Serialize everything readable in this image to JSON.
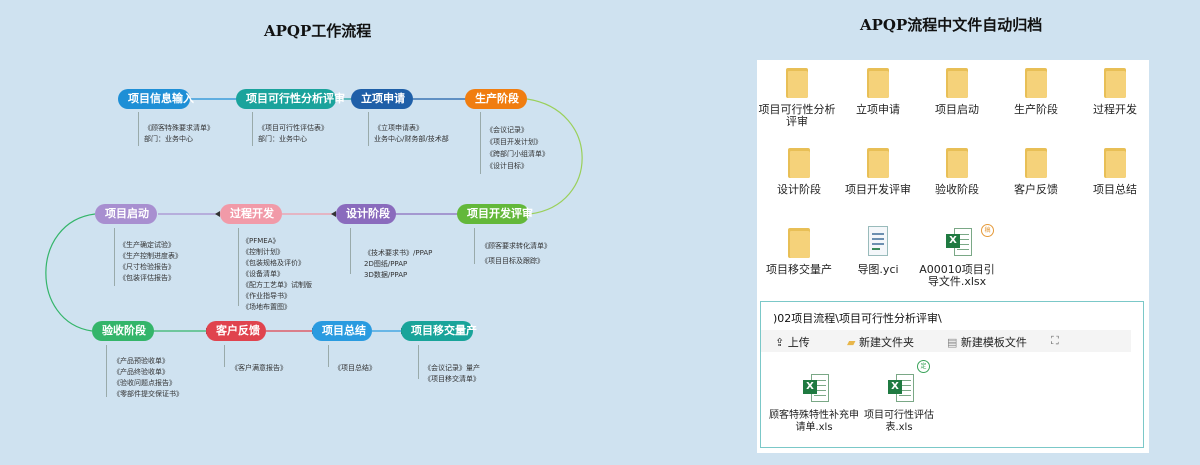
{
  "left_title": "APQP工作流程",
  "right_title": "APQP流程中文件自动归档",
  "flow": {
    "row1": [
      {
        "label": "项目信息输入",
        "color": "#1e8fd6"
      },
      {
        "label": "项目可行性分析评审",
        "color": "#1aa39c"
      },
      {
        "label": "立项申请",
        "color": "#1f5fa8"
      },
      {
        "label": "生产阶段",
        "color": "#f07d10"
      }
    ],
    "row2": [
      {
        "label": "项目启动",
        "color": "#a88fd0"
      },
      {
        "label": "过程开发",
        "color": "#f19aa8"
      },
      {
        "label": "设计阶段",
        "color": "#8a6bbd"
      },
      {
        "label": "项目开发评审",
        "color": "#63b83a"
      }
    ],
    "row3": [
      {
        "label": "验收阶段",
        "color": "#34b56a"
      },
      {
        "label": "客户反馈",
        "color": "#e0434e"
      },
      {
        "label": "项目总结",
        "color": "#2a9be0"
      },
      {
        "label": "项目移交量产",
        "color": "#19a49a"
      }
    ],
    "subs": {
      "info": [
        "《顾客特殊要求清单》",
        "部门：业务中心"
      ],
      "feasibility": [
        "《项目可行性评估表》",
        "部门：业务中心"
      ],
      "apply": [
        "《立项申请表》",
        "业务中心/财务部/技术部"
      ],
      "production": [
        "《会议记录》",
        "《项目开发计划》",
        "《跨部门小组清单》",
        "《设计目标》"
      ],
      "start": [
        "《生产确定试验》",
        "《生产控制进度表》",
        "《尺寸检验报告》",
        "《包装评估报告》"
      ],
      "process": [
        "《PFMEA》",
        "《控制计划》",
        "《包装规格及评价》",
        "《设备清单》",
        "《配方工艺单》试制版",
        "《作业指导书》",
        "《场地布置图》"
      ],
      "design": [
        "《技术要求书》/PPAP",
        "2D图纸/PPAP",
        "3D数据/PPAP"
      ],
      "devreview": [
        "《顾客要求转化清单》",
        "《项目目标及跟踪》"
      ],
      "acceptance": [
        "《产品预验收单》",
        "《产品终验收单》",
        "《验收问题点报告》",
        "《零部件提交保证书》"
      ],
      "feedback": [
        "《客户满意报告》"
      ],
      "summary": [
        "《项目总结》"
      ],
      "handover": [
        "《会议记录》量产",
        "《项目移交清单》"
      ]
    }
  },
  "folders": [
    "项目可行性分析评审",
    "立项申请",
    "项目启动",
    "生产阶段",
    "过程开发",
    "设计阶段",
    "项目开发评审",
    "验收阶段",
    "客户反馈",
    "项目总结",
    "项目移交量产"
  ],
  "files_top": [
    {
      "name": "导图.yci",
      "icon": "doc-icon"
    },
    {
      "name": "A00010项目引导文件.xlsx",
      "icon": "excel-icon",
      "badge": "稿"
    }
  ],
  "dialog": {
    "path": ")02项目流程\\项目可行性分析评审\\",
    "upload": "上传",
    "new_folder": "新建文件夹",
    "new_template": "新建模板文件",
    "files": [
      {
        "name": "顾客特殊特性补充申请单.xls",
        "icon": "excel-icon"
      },
      {
        "name": "项目可行性评估表.xls",
        "icon": "excel-icon",
        "badge": "定"
      }
    ]
  }
}
